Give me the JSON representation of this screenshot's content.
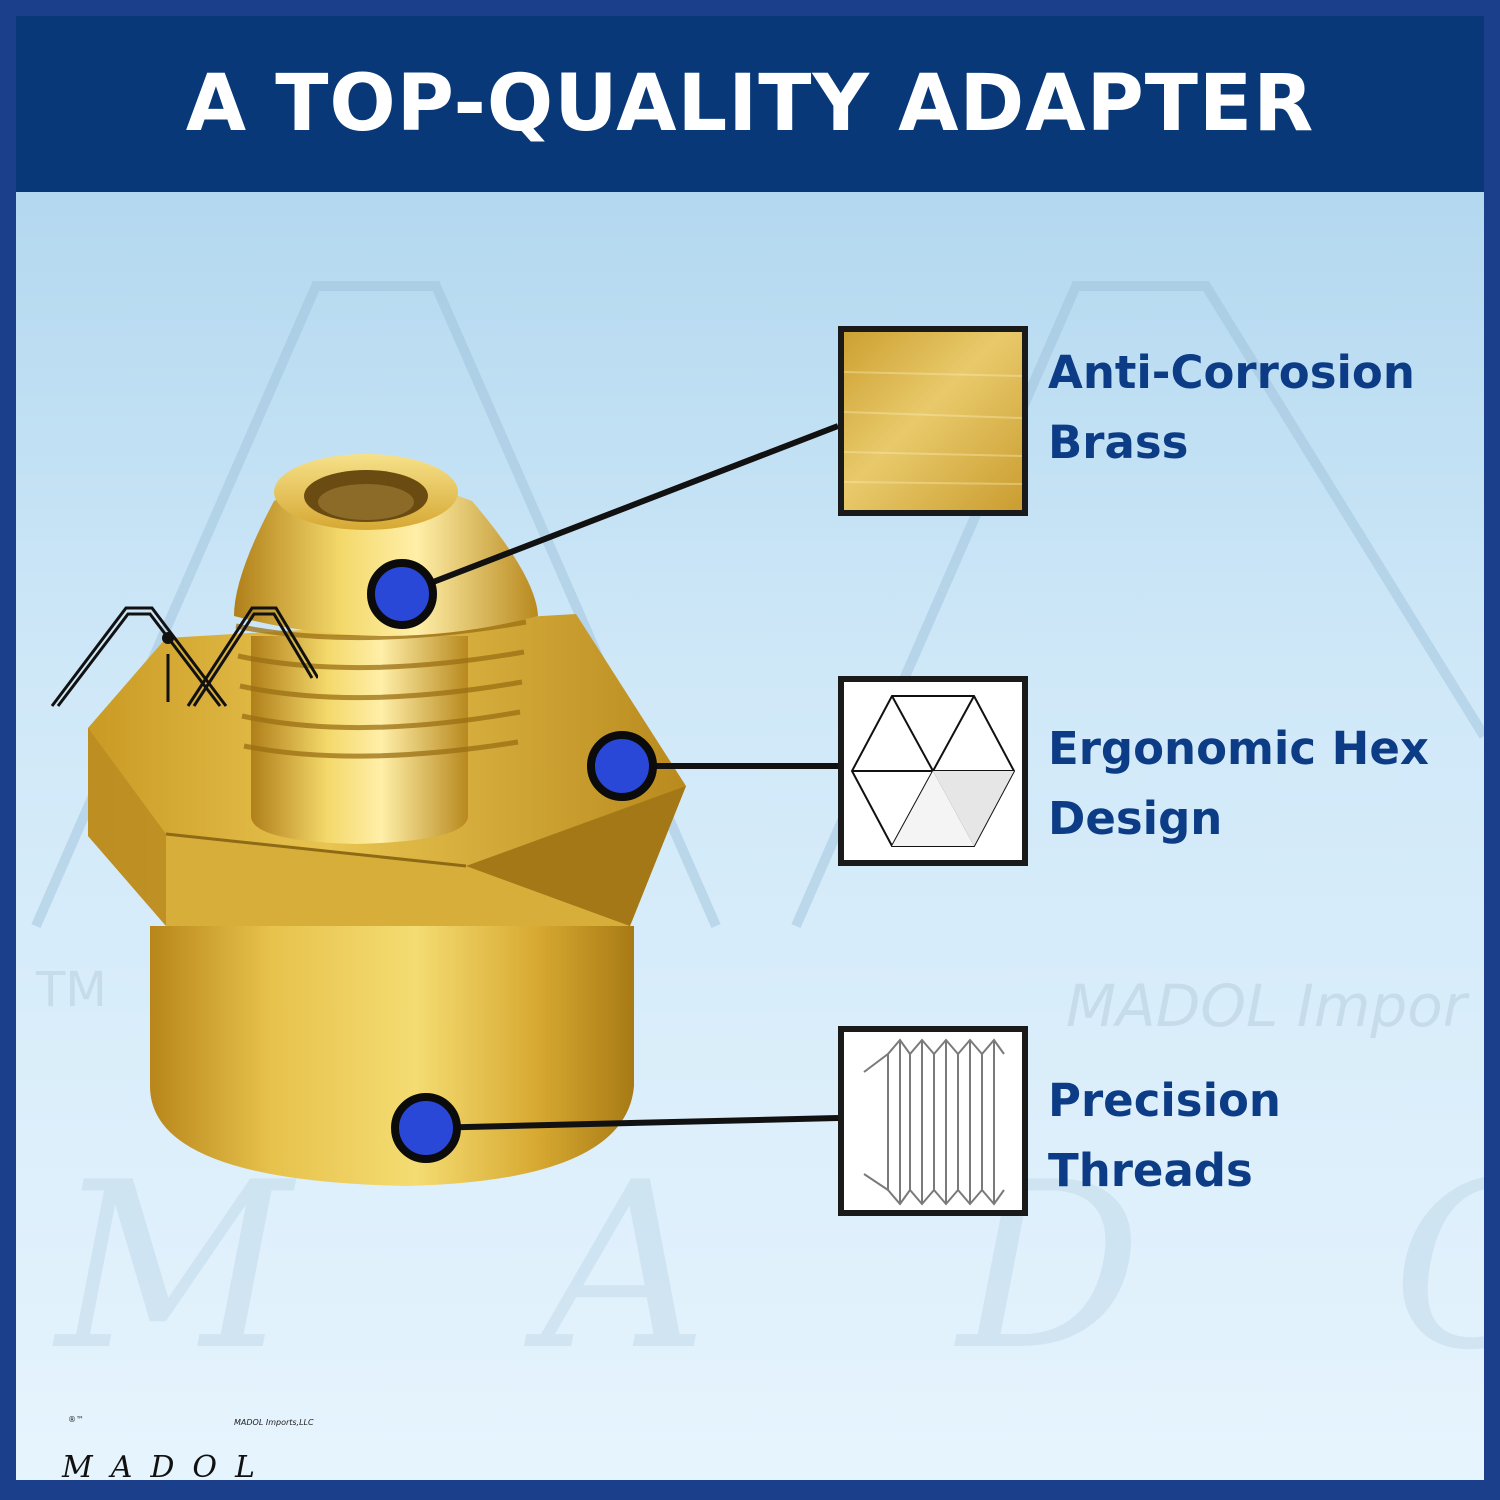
{
  "header": {
    "title": "A TOP-QUALITY ADAPTER"
  },
  "features": [
    {
      "line1": "Anti-Corrosion",
      "line2": "Brass",
      "icon": "brass-texture-icon"
    },
    {
      "line1": "Ergonomic Hex",
      "line2": "Design",
      "icon": "hexagon-icon"
    },
    {
      "line1": "Precision",
      "line2": "Threads",
      "icon": "threads-icon"
    }
  ],
  "logo": {
    "name": "MADOL",
    "company": "MADOL Imports,LLC",
    "marks": "®™"
  },
  "watermark": {
    "text": "MADOL Impor",
    "mark": "TM",
    "letters": "MADOL"
  },
  "colors": {
    "frame": "#1c3f8c",
    "header": "#083877",
    "label": "#0d3c86",
    "dot": "#2a48d8",
    "brass": "#d4a93a"
  }
}
